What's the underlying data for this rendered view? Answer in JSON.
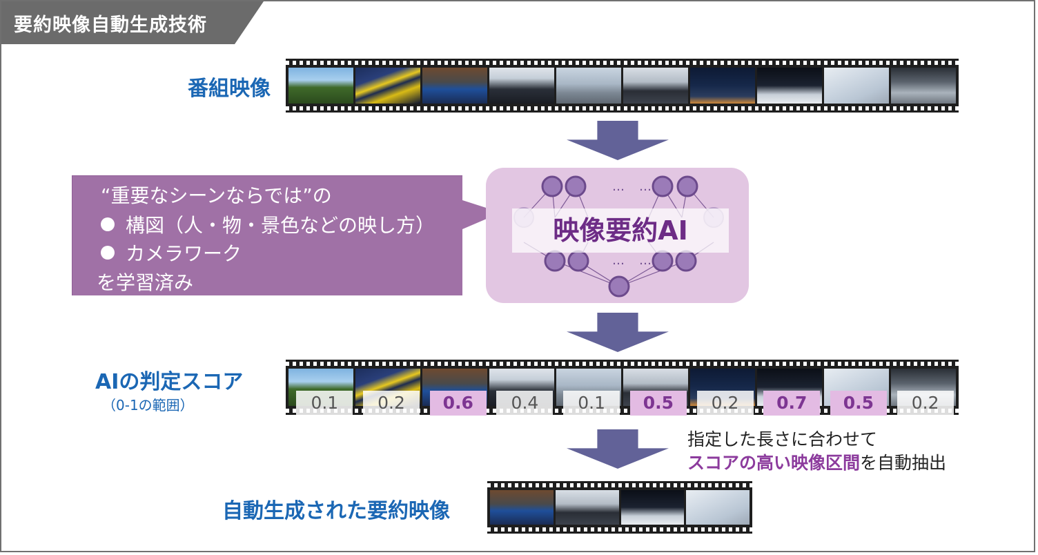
{
  "title": "要約映像自動生成技術",
  "labels": {
    "program_video": "番組映像",
    "ai_score": "AIの判定スコア",
    "ai_score_range": "（0-1の範囲）",
    "summary_video": "自動生成された要約映像"
  },
  "callout": {
    "line1": "“重要なシーンならでは”の",
    "bullet1": "構図（人・物・景色などの映し方）",
    "bullet2": "カメラワーク",
    "line4": "を学習済み"
  },
  "ai_box": {
    "label": "映像要約AI",
    "ellipsis_top_left": "…",
    "ellipsis_top_right": "…",
    "ellipsis_bottom_left": "…",
    "ellipsis_bottom_right": "…"
  },
  "extract_text": {
    "line1": "指定した長さに合わせて",
    "highlight": "スコアの高い映像区間",
    "rest": "を自動抽出"
  },
  "scores": [
    {
      "value": "0.1",
      "highlight": false
    },
    {
      "value": "0.2",
      "highlight": false
    },
    {
      "value": "0.6",
      "highlight": true
    },
    {
      "value": "0.4",
      "highlight": false
    },
    {
      "value": "0.1",
      "highlight": false
    },
    {
      "value": "0.5",
      "highlight": true
    },
    {
      "value": "0.2",
      "highlight": false
    },
    {
      "value": "0.7",
      "highlight": true
    },
    {
      "value": "0.5",
      "highlight": true
    },
    {
      "value": "0.2",
      "highlight": false
    }
  ],
  "colors": {
    "blue_label": "#1b67b4",
    "purple_accent": "#8c3b9d",
    "arrow": "#626298",
    "callout_bg": "#a071a6",
    "ai_box_bg": "#e2c6e2",
    "title_bar": "#6b6b6b"
  }
}
